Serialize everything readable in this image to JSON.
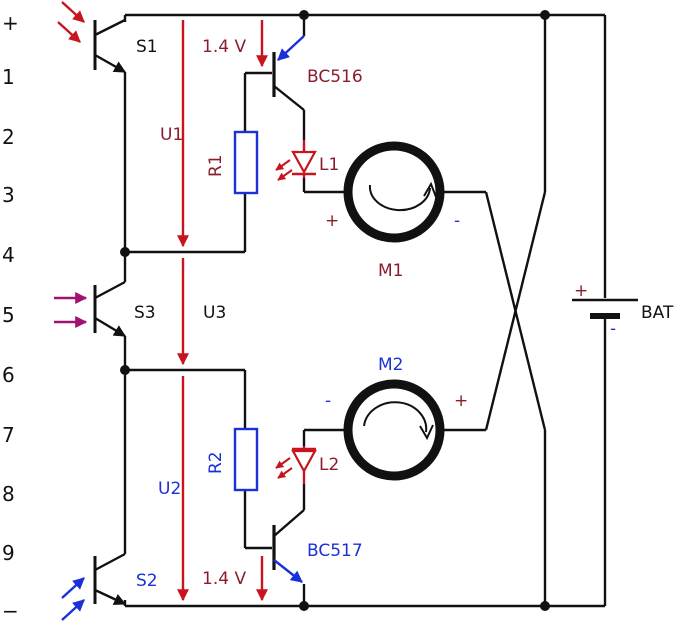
{
  "rails": {
    "plus": "+",
    "minus": "−",
    "numbers": [
      "1",
      "2",
      "3",
      "4",
      "5",
      "6",
      "7",
      "8",
      "9"
    ]
  },
  "components": {
    "s1": "S1",
    "s2": "S2",
    "s3": "S3",
    "r1": "R1",
    "r2": "R2",
    "l1": "L1",
    "l2": "L2",
    "m1": "M1",
    "m2": "M2",
    "q1": "BC516",
    "q2": "BC517",
    "bat": "BAT"
  },
  "voltages": {
    "u1": "U1",
    "u2": "U2",
    "u3": "U3",
    "vbe_top": "1.4 V",
    "vbe_bottom": "1.4 V"
  },
  "polarity": {
    "m1_left": "+",
    "m1_right": "-",
    "m2_left": "-",
    "m2_right": "+",
    "bat_plus": "+",
    "bat_minus": "-"
  },
  "colors": {
    "wire": "#111111",
    "voltage_arrow": "#c8141e",
    "dark_red": "#8b1c2c",
    "blue": "#1a30d8",
    "purple": "#a0126e",
    "light_red": "#c8141e"
  }
}
